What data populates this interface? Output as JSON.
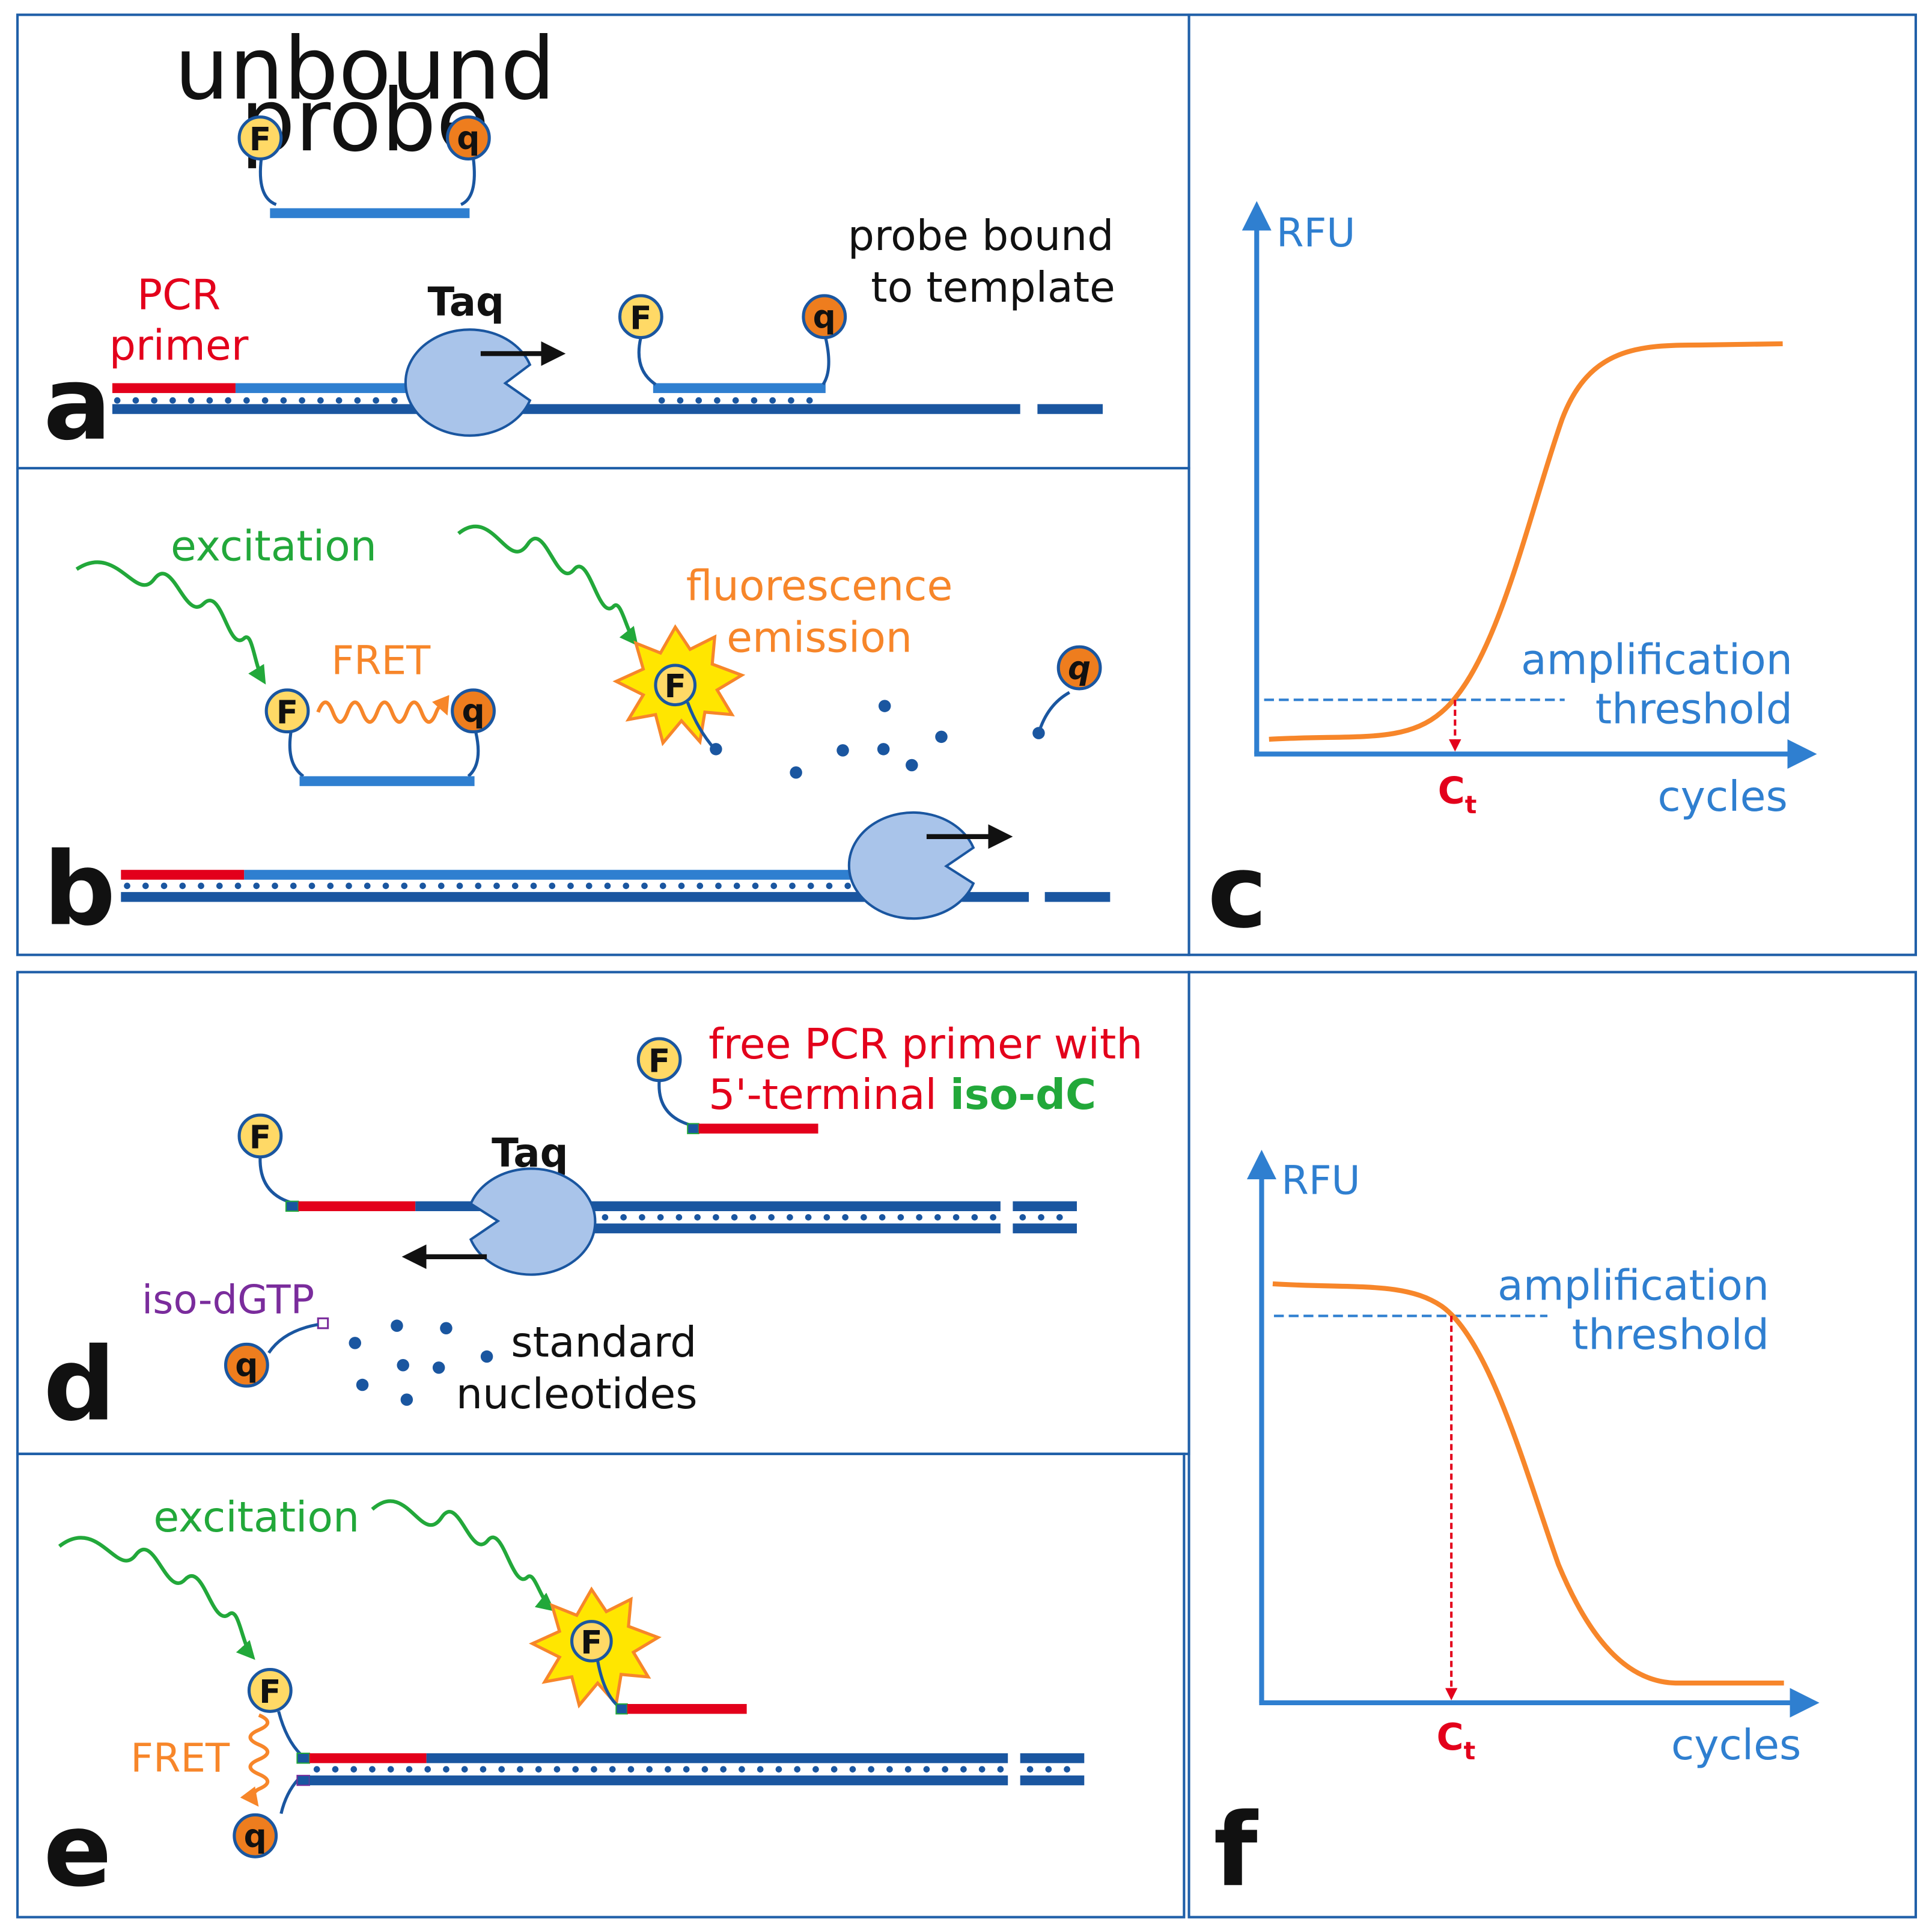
{
  "colors": {
    "panel_border": "#1f5fa8",
    "dna_dark": "#1a56a0",
    "dna_light": "#2f7fd0",
    "primer_red": "#e3001b",
    "taq_fill": "#a9c4ea",
    "fluor_yellow": "#ffd966",
    "quencher_orange": "#ee7d1e",
    "excitation_green": "#22a83a",
    "fret_orange": "#f7862a",
    "curve_orange": "#f7862a",
    "axis_blue": "#2f7fd0",
    "ct_red": "#e3001b",
    "star_yellow": "#ffe600",
    "iso_purple": "#7a2c9c"
  },
  "panels": {
    "a": {
      "letter": "a",
      "unbound_probe": [
        "unbound",
        "probe"
      ],
      "pcr_primer": [
        "PCR",
        "primer"
      ],
      "taq": "Taq",
      "probe_bound": [
        "probe bound",
        "to template"
      ]
    },
    "b": {
      "letter": "b",
      "excitation": "excitation",
      "fret": "FRET",
      "fluorescence_emission": [
        "fluorescence",
        "emission"
      ]
    },
    "c": {
      "letter": "c",
      "y_axis": "RFU",
      "x_axis": "cycles",
      "threshold": [
        "amplification",
        "threshold"
      ],
      "ct_main": "C",
      "ct_sub": "t"
    },
    "d": {
      "letter": "d",
      "free_primer_line1": "free PCR primer with",
      "free_primer_line2_a": "5'-terminal ",
      "free_primer_line2_b": "iso-dC",
      "taq": "Taq",
      "iso_dgtp": "iso-dGTP",
      "standard_nucleotides": [
        "standard",
        "nucleotides"
      ]
    },
    "e": {
      "letter": "e",
      "excitation": "excitation",
      "fret": "FRET"
    },
    "f": {
      "letter": "f",
      "y_axis": "RFU",
      "x_axis": "cycles",
      "threshold": [
        "amplification",
        "threshold"
      ],
      "ct_main": "C",
      "ct_sub": "t"
    }
  },
  "fluorophore_label": "F",
  "quencher_label": "q",
  "icons": [
    "fluorophore-icon",
    "quencher-icon",
    "taq-polymerase-icon",
    "excitation-wave-icon",
    "fret-wave-icon",
    "emission-star-icon",
    "arrow-icon"
  ]
}
